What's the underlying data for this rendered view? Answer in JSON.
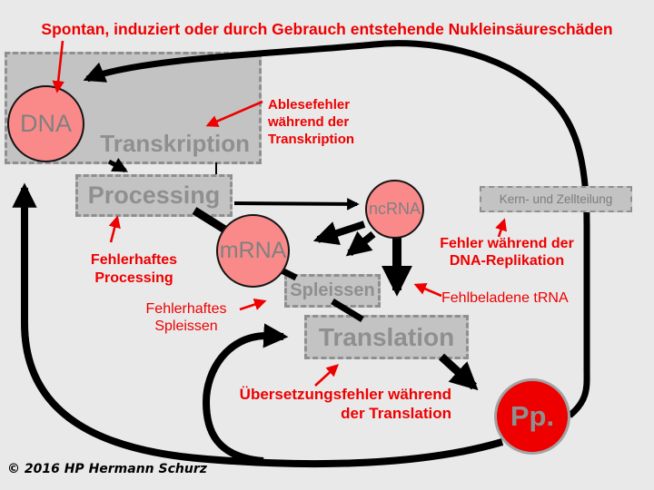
{
  "title": "Spontan, induziert oder durch Gebrauch entstehende Nukleinsäureschäden",
  "copyright": "© 2016 HP Hermann Schurz",
  "nodes": {
    "dna": {
      "label": "DNA"
    },
    "transkription": {
      "label": "Transkription"
    },
    "processing": {
      "label": "Processing"
    },
    "mrna": {
      "label": "mRNA"
    },
    "ncrna": {
      "label": "ncRNA"
    },
    "spleissen": {
      "label": "Spleissen"
    },
    "translation": {
      "label": "Translation"
    },
    "kernteilung": {
      "label": "Kern- und Zellteilung"
    },
    "pp": {
      "label": "Pp."
    }
  },
  "error_labels": {
    "ablesefehler": "Ablesefehler\nwährend der\nTranskription",
    "fehlerhaftes_processing": "Fehlerhaftes\nProcessing",
    "fehler_dna_replikation": "Fehler während der\nDNA-Replikation",
    "fehlbeladene_trna": "Fehlbeladene tRNA",
    "fehlerhaftes_spleissen": "Fehlerhaftes\nSpleissen",
    "uebersetzungsfehler": "Übersetzungsfehler während\nder Translation"
  },
  "colors": {
    "background": "#e9e9e9",
    "box_fill": "#c3c3c3",
    "box_border": "#8f8f8f",
    "node_fill_pink": "#fa8a8a",
    "node_fill_red": "#ee0000",
    "gray_text": "#8f8f8f",
    "error_red": "#ee0000",
    "arrow_black": "#000000"
  }
}
